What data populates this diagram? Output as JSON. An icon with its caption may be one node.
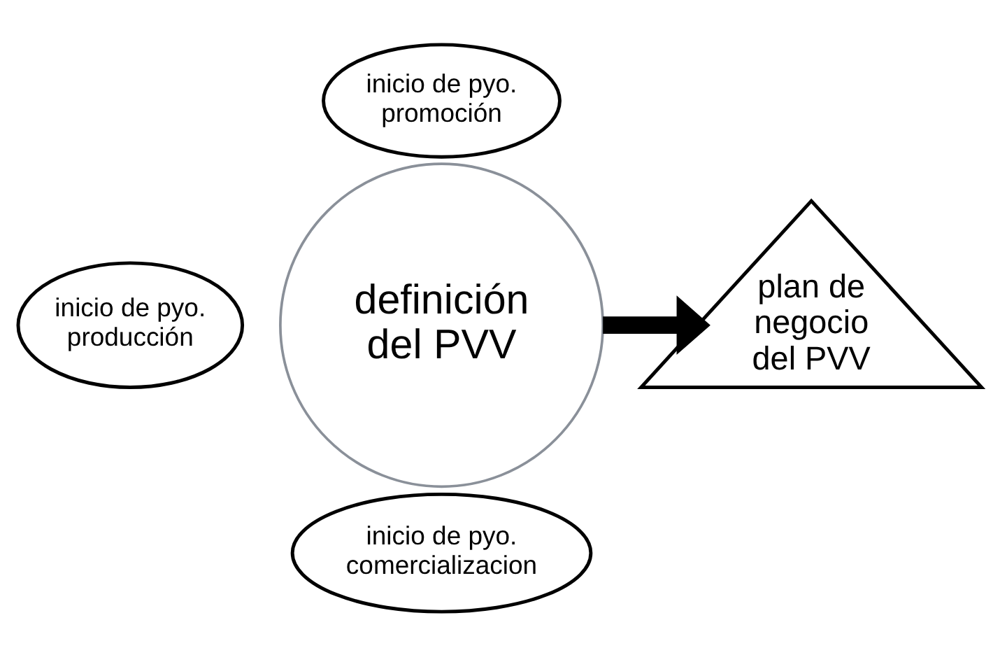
{
  "diagram": {
    "nodes": [
      {
        "text": [
          "inicio de pyo. promoción"
        ]
      },
      {
        "text": [
          "inicio de pyo. producción"
        ]
      },
      {
        "text": [
          "definición del PVV"
        ]
      },
      {
        "text": [
          "inicio de pyo. comercializacion"
        ]
      },
      {
        "text": [
          "plan de negocio del PVV"
        ]
      }
    ],
    "edges": [
      {
        "from": 2,
        "to": 4,
        "arrow": "to"
      }
    ]
  }
}
